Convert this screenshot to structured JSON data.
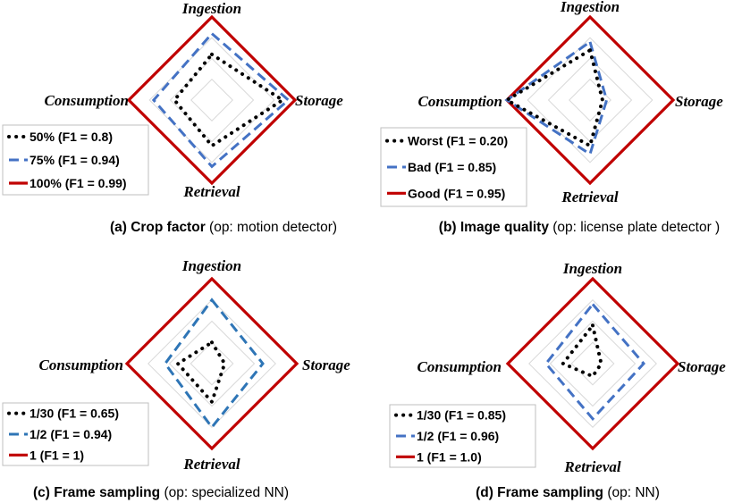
{
  "chart_data": [
    {
      "type": "radar",
      "axes": [
        "Ingestion",
        "Storage",
        "Retrieval",
        "Consumption"
      ],
      "range": [
        0,
        1
      ],
      "grid": true,
      "legend_position": "bottom-left",
      "caption": {
        "label": "(a)",
        "bold": "Crop factor",
        "rest": "(op: motion detector)"
      },
      "series": [
        {
          "name": "50% (F1 = 0.8)",
          "style": "dotted",
          "color": "#000000",
          "values": [
            0.55,
            0.85,
            0.55,
            0.45
          ]
        },
        {
          "name": "75% (F1 = 0.94)",
          "style": "dashed",
          "color": "#4472c4",
          "values": [
            0.8,
            0.92,
            0.8,
            0.7
          ]
        },
        {
          "name": "100% (F1 = 0.99)",
          "style": "solid",
          "color": "#c00000",
          "values": [
            1.0,
            1.0,
            1.0,
            1.0
          ]
        }
      ]
    },
    {
      "type": "radar",
      "axes": [
        "Ingestion",
        "Storage",
        "Retrieval",
        "Consumption"
      ],
      "range": [
        0,
        1
      ],
      "grid": true,
      "legend_position": "bottom-left",
      "caption": {
        "label": "(b)",
        "bold": "Image quality",
        "rest": "(op: license plate detector )"
      },
      "series": [
        {
          "name": "Worst (F1 = 0.20)",
          "style": "dotted",
          "color": "#000000",
          "values": [
            0.6,
            0.15,
            0.55,
            1.0
          ]
        },
        {
          "name": "Bad (F1 = 0.85)",
          "style": "dashed",
          "color": "#4472c4",
          "values": [
            0.7,
            0.2,
            0.65,
            1.0
          ]
        },
        {
          "name": "Good (F1 = 0.95)",
          "style": "solid",
          "color": "#c00000",
          "values": [
            1.0,
            1.0,
            1.0,
            1.0
          ]
        }
      ]
    },
    {
      "type": "radar",
      "axes": [
        "Ingestion",
        "Storage",
        "Retrieval",
        "Consumption"
      ],
      "range": [
        0,
        1
      ],
      "grid": true,
      "legend_position": "bottom-left",
      "caption": {
        "label": "(c)",
        "bold": "Frame sampling",
        "rest": "(op: specialized NN)"
      },
      "series": [
        {
          "name": "1/30 (F1 = 0.65)",
          "style": "dotted",
          "color": "#000000",
          "values": [
            0.25,
            0.15,
            0.45,
            0.4
          ]
        },
        {
          "name": "1/2 (F1 = 0.94)",
          "style": "dashed",
          "color": "#2e75b6",
          "values": [
            0.75,
            0.6,
            0.75,
            0.55
          ]
        },
        {
          "name": "1 (F1 = 1)",
          "style": "solid",
          "color": "#c00000",
          "values": [
            1.0,
            1.0,
            1.0,
            1.0
          ]
        }
      ]
    },
    {
      "type": "radar",
      "axes": [
        "Ingestion",
        "Storage",
        "Retrieval",
        "Consumption"
      ],
      "range": [
        0,
        1
      ],
      "grid": true,
      "legend_position": "bottom-left",
      "caption": {
        "label": "(d)",
        "bold": "Frame sampling",
        "rest": "(op: NN)"
      },
      "series": [
        {
          "name": "1/30 (F1 = 0.85)",
          "style": "dotted",
          "color": "#000000",
          "values": [
            0.45,
            0.1,
            0.15,
            0.35
          ]
        },
        {
          "name": "1/2 (F1 = 0.96)",
          "style": "dashed",
          "color": "#4472c4",
          "values": [
            0.7,
            0.6,
            0.65,
            0.55
          ]
        },
        {
          "name": "1 (F1 = 1.0)",
          "style": "solid",
          "color": "#c00000",
          "values": [
            1.0,
            1.0,
            1.0,
            1.0
          ]
        }
      ]
    }
  ]
}
